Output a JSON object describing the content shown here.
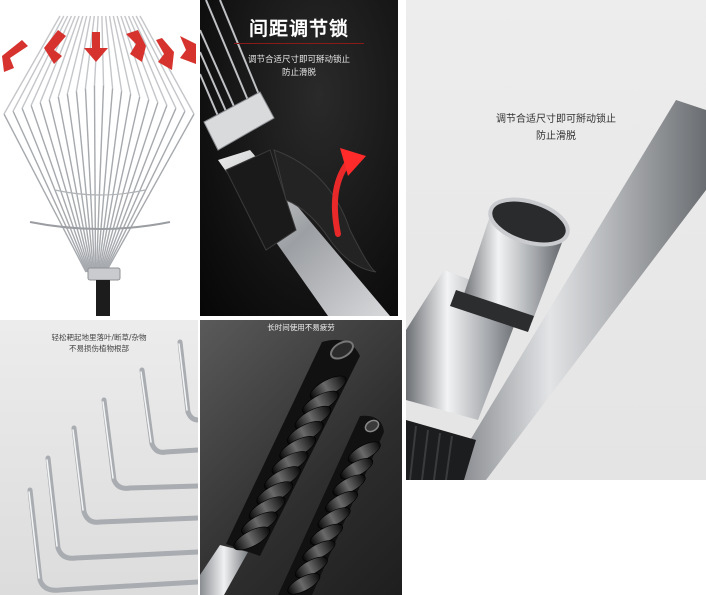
{
  "panels": {
    "top_left": {
      "image": "fan-rake-head-with-adjust-arrows"
    },
    "top_center": {
      "image": "rake-adjustment-lock-closeup",
      "title": "间距调节锁",
      "line1": "调节合适尺寸即可掰动锁止",
      "line2": "防止滑脱"
    },
    "right": {
      "image": "telescopic-handle-tube-closeup",
      "line1": "调节合适尺寸即可掰动锁止",
      "line2": "防止滑脱"
    },
    "bottom_left": {
      "image": "bent-rake-tines-closeup",
      "line1": "轻松耙起地里落叶/断草/杂物",
      "line2": "不易损伤植物根部"
    },
    "bottom_center": {
      "image": "ribbed-handle-grips",
      "line1": "长时间使用不易疲劳"
    }
  },
  "colors": {
    "arrow_red": "#d6332f",
    "lock_glow": "#ff2a2a",
    "dark_bg": "#111111",
    "steel": "#b9bcc0"
  }
}
